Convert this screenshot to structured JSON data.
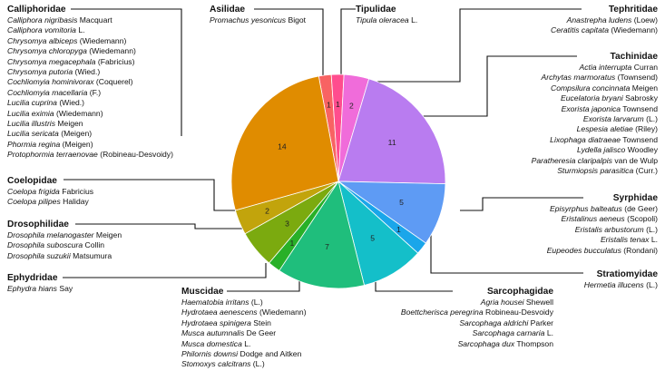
{
  "colors": {
    "Calliphoridae": "#E08C00",
    "Coelopidae": "#C2A40C",
    "Drosophilidae": "#7BAA0F",
    "Ephydridae": "#28B028",
    "Muscidae": "#1FBE7C",
    "Sarcophagidae": "#14BFC9",
    "Stratiomyidae": "#1AA6EA",
    "Syrphidae": "#5E9BF4",
    "Tachinidae": "#B97CF0",
    "Tephritidae": "#F06CDA",
    "Tipulidae": "#FF4D8E",
    "Asilidae": "#F86363"
  },
  "chart_data": {
    "type": "pie",
    "categories": [
      "Asilidae",
      "Tipulidae",
      "Tephritidae",
      "Tachinidae",
      "Syrphidae",
      "Stratiomyidae",
      "Sarcophagidae",
      "Muscidae",
      "Ephydridae",
      "Drosophilidae",
      "Coelopidae",
      "Calliphoridae"
    ],
    "values": [
      1,
      1,
      2,
      11,
      5,
      1,
      5,
      7,
      1,
      3,
      2,
      14
    ],
    "value_labels": [
      "1",
      "1",
      "2",
      "11",
      "5",
      "1",
      "5",
      "7",
      "1",
      "3",
      "2",
      "14"
    ],
    "families": {
      "Calliphoridae": {
        "name": "Calliphoridae",
        "species": [
          {
            "sci": "Calliphora nigribasis",
            "auth": " Macquart"
          },
          {
            "sci": "Calliphora vomitoria",
            "auth": " L."
          },
          {
            "sci": "Chrysomya albiceps",
            "auth": " (Wiedemann)"
          },
          {
            "sci": "Chrysomya chloropyga",
            "auth": " (Wiedemann)"
          },
          {
            "sci": "Chrysomya megacephala",
            "auth": " (Fabricius)"
          },
          {
            "sci": "Chrysomya putoria",
            "auth": " (Wied.)"
          },
          {
            "sci": "Cochliomyia hominivorax",
            "auth": " (Coquerel)"
          },
          {
            "sci": "Cochliomyia macellaria",
            "auth": " (F.)"
          },
          {
            "sci": "Lucilia cuprina",
            "auth": " (Wied.)"
          },
          {
            "sci": "Lucilia eximia",
            "auth": " (Wiedemann)"
          },
          {
            "sci": "Lucilia illustris",
            "auth": " Meigen"
          },
          {
            "sci": "Lucilia sericata",
            "auth": " (Meigen)"
          },
          {
            "sci": "Phormia regina",
            "auth": " (Meigen)"
          },
          {
            "sci": "Protophormia terraenovae",
            "auth": " (Robineau-Desvoidy)"
          }
        ]
      },
      "Coelopidae": {
        "name": "Coelopidae",
        "species": [
          {
            "sci": "Coelopa frigida",
            "auth": " Fabricius"
          },
          {
            "sci": "Coelopa pilipes",
            "auth": " Haliday"
          }
        ]
      },
      "Drosophilidae": {
        "name": "Drosophilidae",
        "species": [
          {
            "sci": "Drosophila melanogaster",
            "auth": " Meigen"
          },
          {
            "sci": "Drosophila suboscura",
            "auth": " Collin"
          },
          {
            "sci": "Drosophila suzukii",
            "auth": " Matsumura"
          }
        ]
      },
      "Ephydridae": {
        "name": "Ephydridae",
        "species": [
          {
            "sci": "Ephydra hians",
            "auth": " Say"
          }
        ]
      },
      "Asilidae": {
        "name": "Asilidae",
        "species": [
          {
            "sci": "Promachus yesonicus",
            "auth": " Bigot"
          }
        ]
      },
      "Tipulidae": {
        "name": "Tipulidae",
        "species": [
          {
            "sci": "Tipula oleracea",
            "auth": " L."
          }
        ]
      },
      "Tephritidae": {
        "name": "Tephritidae",
        "species": [
          {
            "sci": "Anastrepha ludens",
            "auth": " (Loew)"
          },
          {
            "sci": "Ceratitis capitata",
            "auth": " (Wiedemann)"
          }
        ]
      },
      "Tachinidae": {
        "name": "Tachinidae",
        "species": [
          {
            "sci": "Actia interrupta",
            "auth": " Curran"
          },
          {
            "sci": "Archytas marmoratus",
            "auth": " (Townsend)"
          },
          {
            "sci": "Compsilura concinnata",
            "auth": " Meigen"
          },
          {
            "sci": "Eucelatoria bryani",
            "auth": " Sabrosky"
          },
          {
            "sci": "Exorista japonica",
            "auth": " Townsend"
          },
          {
            "sci": "Exorista larvarum",
            "auth": " (L.)"
          },
          {
            "sci": "Lespesia aletiae",
            "auth": " (Riley)"
          },
          {
            "sci": "Lixophaga diatraeae",
            "auth": " Townsend"
          },
          {
            "sci": "Lydella jalisco",
            "auth": " Woodley"
          },
          {
            "sci": "Paratheresia claripalpis",
            "auth": " van de Wulp"
          },
          {
            "sci": "Sturmiopsis parasitica",
            "auth": " (Curr.)"
          }
        ]
      },
      "Syrphidae": {
        "name": "Syrphidae",
        "species": [
          {
            "sci": "Episyrphus balteatus",
            "auth": " (de Geer)"
          },
          {
            "sci": "Eristalinus aeneus",
            "auth": " (Scopoli)"
          },
          {
            "sci": "Eristalis arbustorum",
            "auth": " (L.)"
          },
          {
            "sci": "Eristalis tenax",
            "auth": " L."
          },
          {
            "sci": "Eupeodes bucculatus",
            "auth": " (Rondani)"
          }
        ]
      },
      "Stratiomyidae": {
        "name": "Stratiomyidae",
        "species": [
          {
            "sci": "Hermetia illucens",
            "auth": " (L.)"
          }
        ]
      },
      "Sarcophagidae": {
        "name": "Sarcophagidae",
        "species": [
          {
            "sci": "Agria housei",
            "auth": " Shewell"
          },
          {
            "sci": "Boettcherisca peregrina",
            "auth": " Robineau-Desvoidy"
          },
          {
            "sci": "Sarcophaga aldrichi",
            "auth": " Parker"
          },
          {
            "sci": "Sarcophaga carnaria",
            "auth": " L."
          },
          {
            "sci": "Sarcophaga dux",
            "auth": " Thompson"
          }
        ]
      },
      "Muscidae": {
        "name": "Muscidae",
        "species": [
          {
            "sci": "Haematobia irritans",
            "auth": " (L.)"
          },
          {
            "sci": "Hydrotaea aenescens",
            "auth": " (Wiedemann)"
          },
          {
            "sci": "Hydrotaea spinigera",
            "auth": " Stein"
          },
          {
            "sci": "Musca autumnalis",
            "auth": " De Geer"
          },
          {
            "sci": "Musca domestica",
            "auth": " L."
          },
          {
            "sci": "Philornis downsi",
            "auth": " Dodge and Aitken"
          },
          {
            "sci": "Stomoxys calcitrans",
            "auth": " (L.)"
          }
        ]
      }
    }
  }
}
